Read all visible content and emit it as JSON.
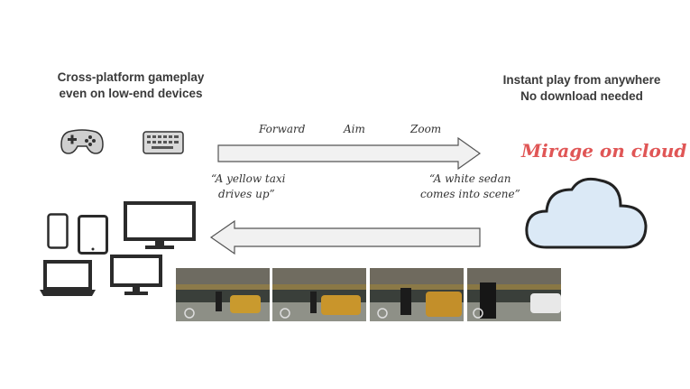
{
  "left_header": {
    "line1": "Cross-platform gameplay",
    "line2": "even on low-end devices"
  },
  "right_header": {
    "line1": "Instant play from anywhere",
    "line2": "No download needed"
  },
  "brand": {
    "label": "Mirage on cloud",
    "color": "#e05656"
  },
  "commands": [
    "Forward",
    "Aim",
    "Zoom"
  ],
  "left_caption": {
    "line1": "“A yellow taxi",
    "line2": "drives up”"
  },
  "right_caption": {
    "line1": "“A white sedan",
    "line2": "comes into scene”"
  },
  "icons": {
    "input": [
      "gamepad-icon",
      "keyboard-icon"
    ],
    "devices": [
      "phone-icon",
      "tablet-icon",
      "monitor-icon",
      "laptop-icon",
      "desktop-icon"
    ],
    "cloud": "cloud-icon"
  },
  "frames_count_shown": 4
}
